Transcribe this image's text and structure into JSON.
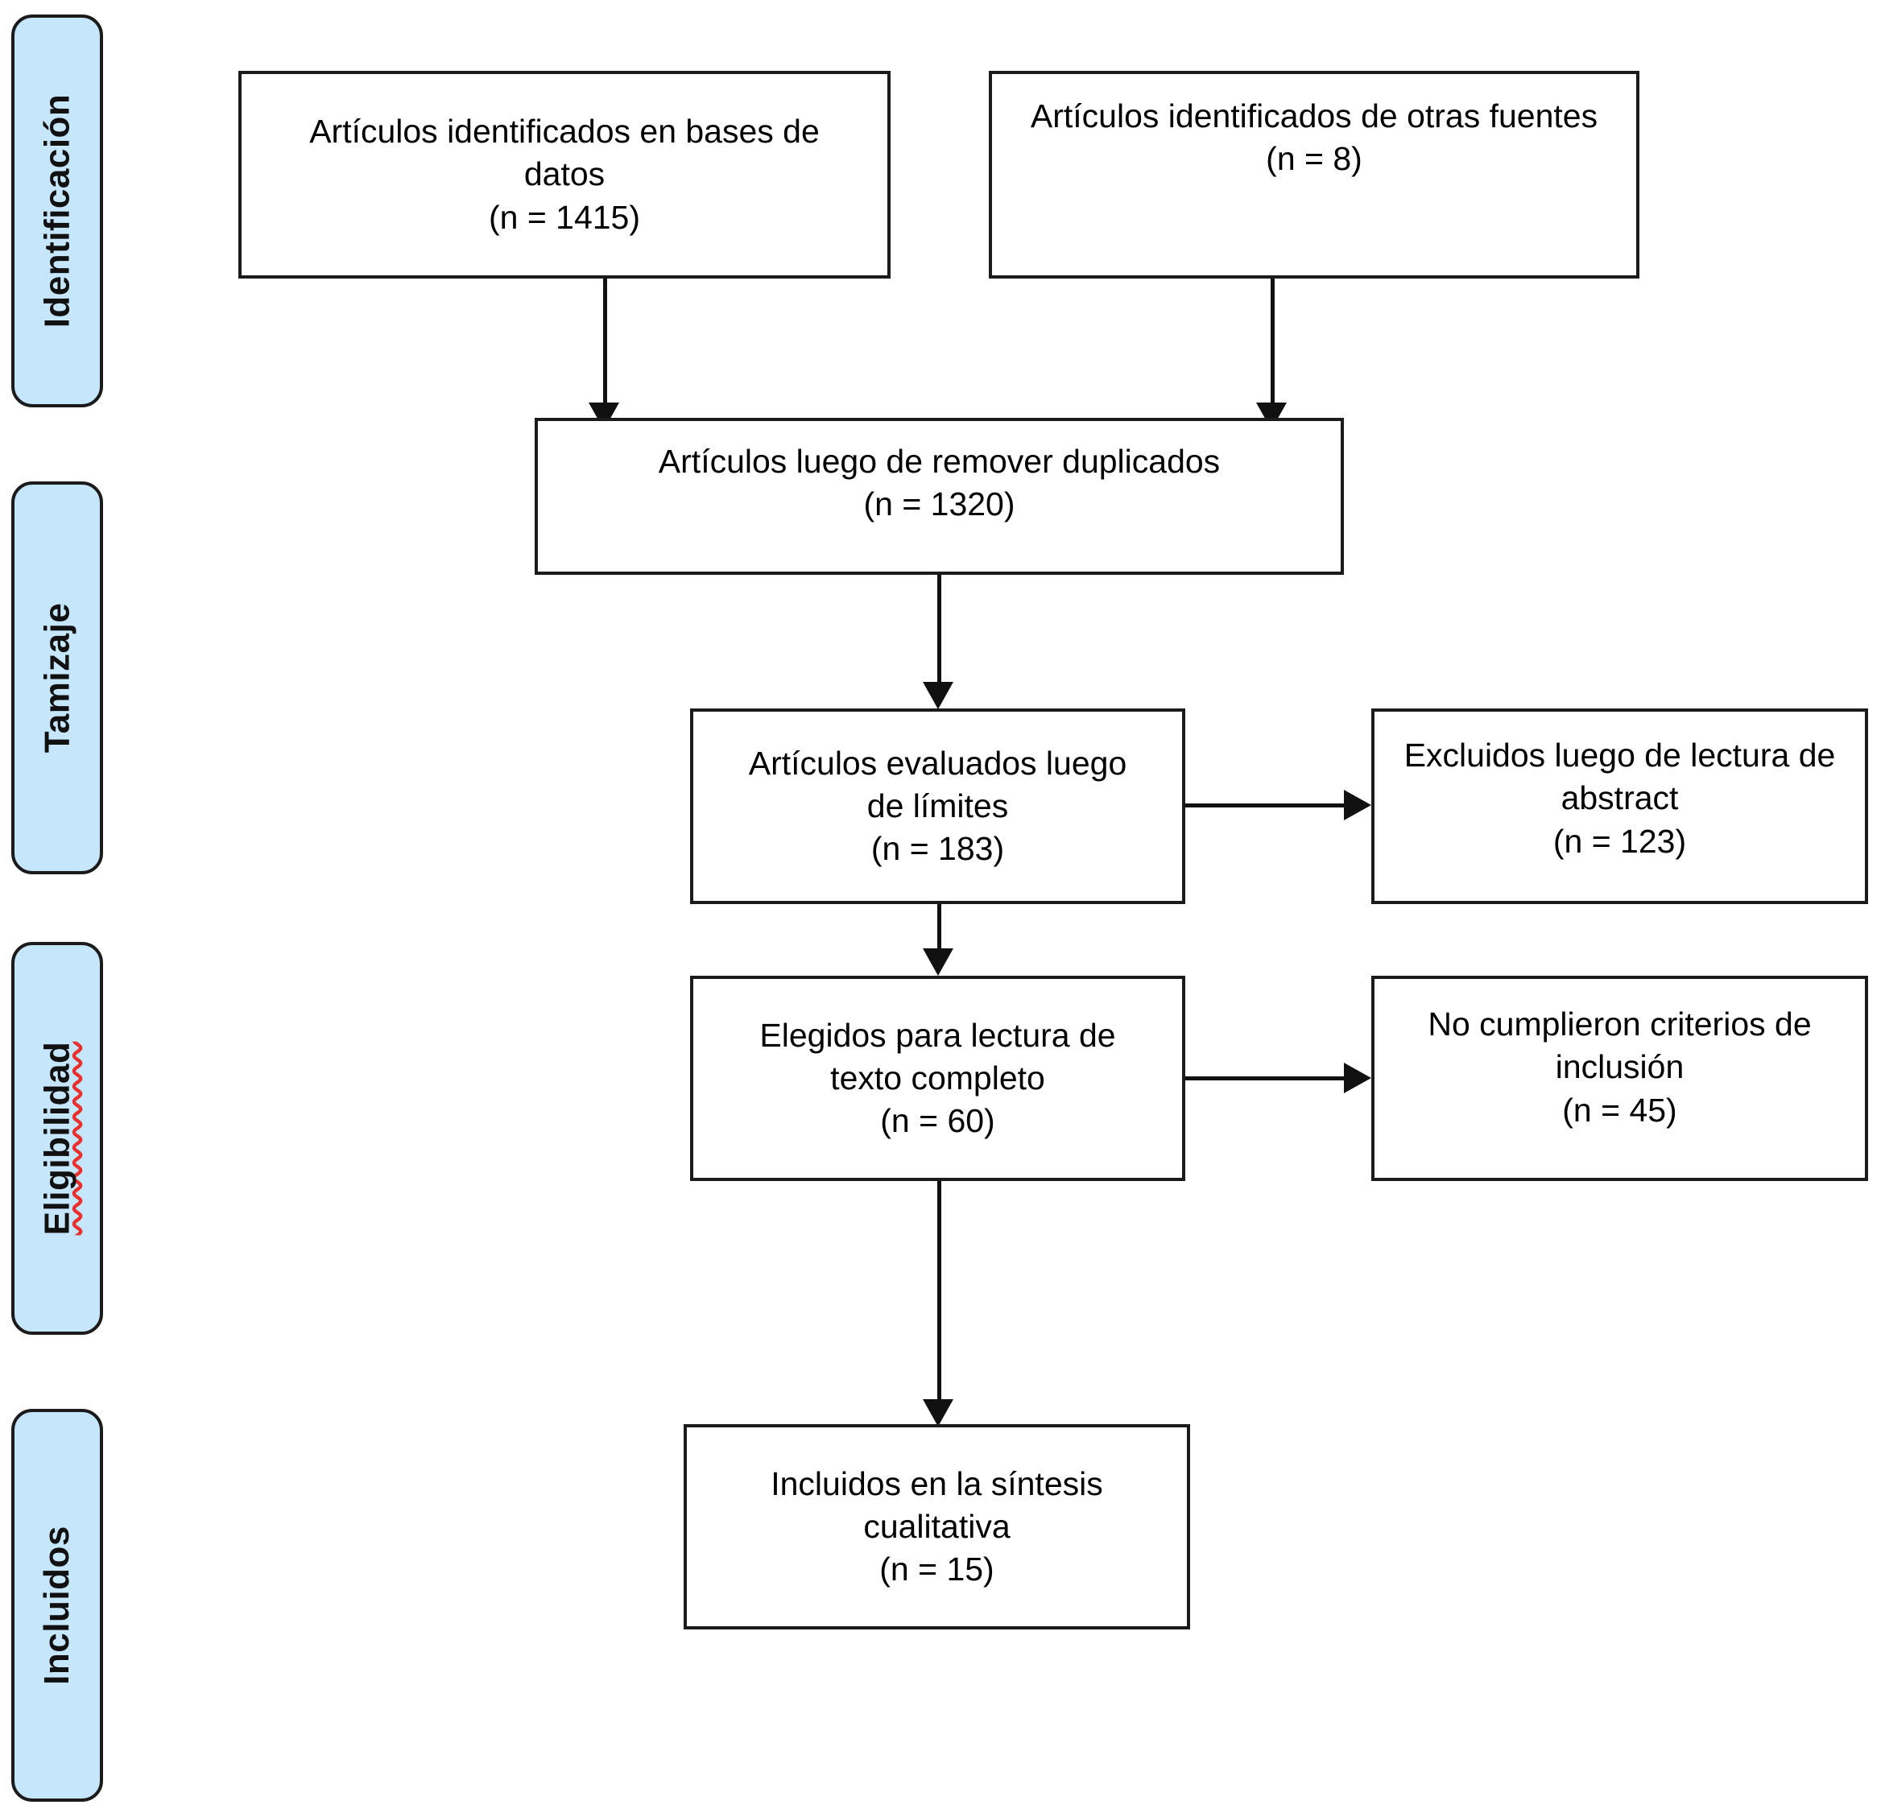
{
  "diagram": {
    "type": "PRISMA flow diagram",
    "language": "es",
    "accent_color": "#c6e6fb",
    "border_color": "#1b1b1b",
    "spellcheck_underline_color": "#e8312f"
  },
  "stages": [
    {
      "id": "identificacion",
      "label": "Identificación",
      "spellcheck": false
    },
    {
      "id": "tamizaje",
      "label": "Tamizaje",
      "spellcheck": false
    },
    {
      "id": "eligibilidad",
      "label": "Eligibilidad",
      "spellcheck": true
    },
    {
      "id": "incluidos",
      "label": "Incluidos",
      "spellcheck": false
    }
  ],
  "boxes": {
    "databases": {
      "lines": [
        "Artículos identificados en bases de",
        "datos",
        "(n = 1415)"
      ],
      "count_label": "(n = 1415)",
      "count": 1415
    },
    "other_sources": {
      "lines": [
        "Artículos identificados de otras fuentes",
        "(n =  8)"
      ],
      "count_label": "(n =  8)",
      "count": 8
    },
    "after_duplicates": {
      "lines": [
        "Artículos luego de remover duplicados",
        "(n =  1320)"
      ],
      "count_label": "(n =  1320)",
      "count": 1320
    },
    "screened": {
      "lines": [
        "Artículos evaluados luego",
        "de límites",
        "(n =   183)"
      ],
      "count_label": "(n =   183)",
      "count": 183
    },
    "excluded_abstract": {
      "lines": [
        "Excluidos luego de lectura de",
        "abstract",
        "(n =  123)"
      ],
      "count_label": "(n =  123)",
      "count": 123
    },
    "full_text": {
      "lines": [
        "Elegidos para lectura de",
        "texto completo",
        "(n =   60)"
      ],
      "count_label": "(n =   60)",
      "count": 60
    },
    "excluded_criteria": {
      "lines": [
        "No cumplieron criterios de",
        "inclusión",
        "(n = 45)"
      ],
      "count_label": "(n = 45)",
      "count": 45
    },
    "included": {
      "lines": [
        "Incluidos en la síntesis",
        "cualitativa",
        "(n =  15)"
      ],
      "count_label": "(n =  15)",
      "count": 15
    }
  }
}
